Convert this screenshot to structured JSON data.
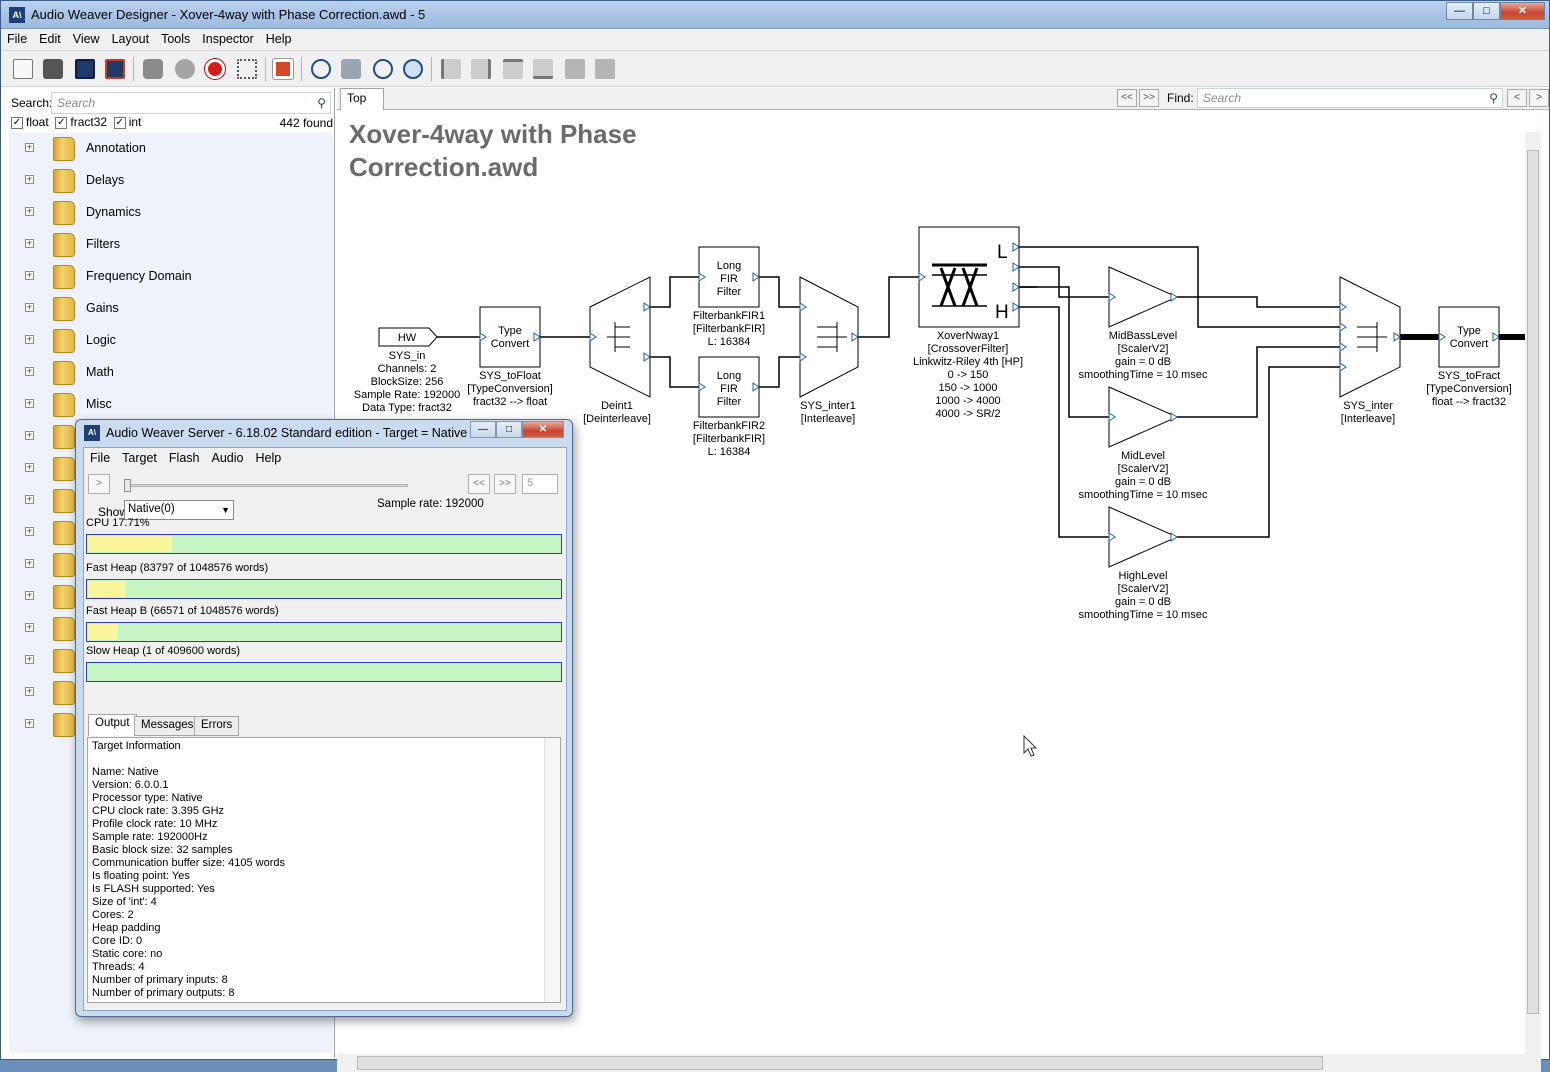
{
  "window": {
    "title": "Audio Weaver Designer - Xover-4way with Phase Correction.awd - 5",
    "icon_text": "A\\"
  },
  "menu": [
    "File",
    "Edit",
    "View",
    "Layout",
    "Tools",
    "Inspector",
    "Help"
  ],
  "left": {
    "search_label": "Search:",
    "search_placeholder": "Search",
    "filters": [
      {
        "label": "float",
        "checked": true
      },
      {
        "label": "fract32",
        "checked": true
      },
      {
        "label": "int",
        "checked": true
      }
    ],
    "found": "442 found",
    "tree": [
      "Annotation",
      "Delays",
      "Dynamics",
      "Filters",
      "Frequency Domain",
      "Gains",
      "Logic",
      "Math",
      "Misc"
    ]
  },
  "canvas": {
    "tab": "Top",
    "nav_prev": "<<",
    "nav_next": ">>",
    "find_label": "Find:",
    "find_placeholder": "Search",
    "title": "Xover-4way with Phase Correction.awd",
    "blocks": {
      "hw": "HW",
      "sys_in": [
        "SYS_in",
        "Channels: 2",
        "BlockSize: 256",
        "Sample Rate: 192000",
        "Data Type: fract32"
      ],
      "tc1_text": [
        "Type",
        "Convert"
      ],
      "tc1": [
        "SYS_toFloat",
        "[TypeConversion]",
        "fract32 --> float"
      ],
      "deint": [
        "Deint1",
        "[Deinterleave]"
      ],
      "fir_text": [
        "Long",
        "FIR",
        "Filter"
      ],
      "fir1": [
        "FilterbankFIR1",
        "[FilterbankFIR]",
        "L: 16384"
      ],
      "fir2": [
        "FilterbankFIR2",
        "[FilterbankFIR]",
        "L: 16384"
      ],
      "inter1": [
        "SYS_inter1",
        "[Interleave]"
      ],
      "xover_ports": [
        "L",
        "H"
      ],
      "xover": [
        "XoverNway1",
        "[CrossoverFilter]",
        "Linkwitz-Riley 4th [HP]",
        "0 -> 150",
        "150 -> 1000",
        "1000 -> 4000",
        "4000 -> SR/2"
      ],
      "midbass": [
        "MidBassLevel",
        "[ScalerV2]",
        "gain = 0 dB",
        "smoothingTime = 10 msec"
      ],
      "mid": [
        "MidLevel",
        "[ScalerV2]",
        "gain = 0 dB",
        "smoothingTime = 10 msec"
      ],
      "high": [
        "HighLevel",
        "[ScalerV2]",
        "gain = 0 dB",
        "smoothingTime = 10 msec"
      ],
      "sys_inter": [
        "SYS_inter",
        "[Interleave]"
      ],
      "tc2_text": [
        "Type",
        "Convert"
      ],
      "tc2": [
        "SYS_toFract",
        "[TypeConversion]",
        "float --> fract32"
      ]
    }
  },
  "server": {
    "title": "Audio Weaver Server - 6.18.02 Standard edition - Target = Native",
    "menu": [
      "File",
      "Target",
      "Flash",
      "Audio",
      "Help"
    ],
    "play": ">",
    "prev": "<<",
    "next": ">>",
    "frame": "5",
    "show_label": "Show:",
    "show_value": "Native(0)",
    "sample_rate": "Sample rate: 192000",
    "meters": [
      {
        "label": "CPU 17.71%",
        "fraction": 0.1771
      },
      {
        "label": "Fast Heap (83797 of 1048576 words)",
        "fraction": 0.0799
      },
      {
        "label": "Fast Heap B (66571 of 1048576 words)",
        "fraction": 0.0635
      },
      {
        "label": "Slow Heap (1 of 409600 words)",
        "fraction": 0.0
      }
    ],
    "tabs": [
      "Output",
      "Messages",
      "Errors"
    ],
    "output": [
      "Target Information",
      "",
      "Name: Native",
      "Version: 6.0.0.1",
      "Processor type: Native",
      "CPU clock rate: 3.395 GHz",
      "Profile clock rate: 10 MHz",
      "Sample rate: 192000Hz",
      "Basic block size: 32 samples",
      "Communication buffer size: 4105 words",
      "Is floating point: Yes",
      "Is FLASH supported: Yes",
      "Size of 'int': 4",
      "Cores: 2",
      "Heap padding",
      "Core ID: 0",
      "Static core: no",
      "Threads: 4",
      "Number of primary inputs: 8",
      "Number of primary outputs: 8"
    ]
  }
}
